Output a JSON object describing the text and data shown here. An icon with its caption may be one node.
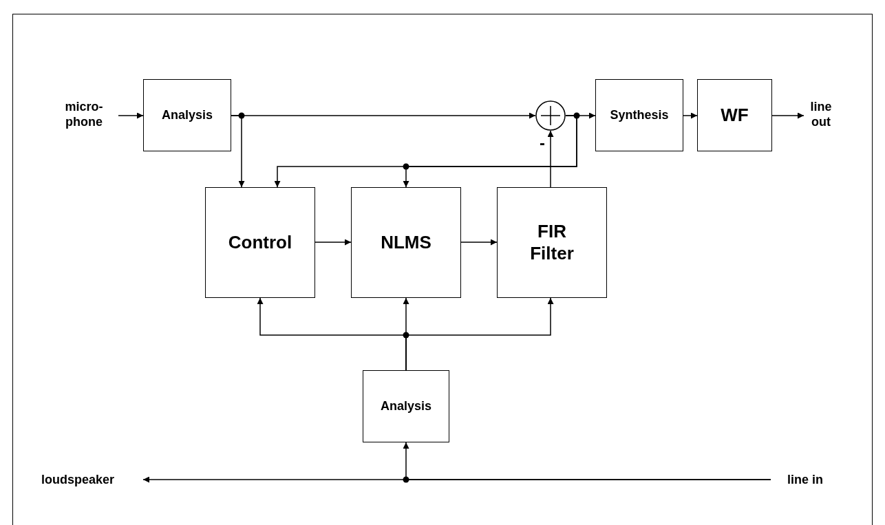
{
  "diagram": {
    "nodes": [
      {
        "text": [
          "micro- phone"
        ]
      },
      {
        "text": [
          "Analysis"
        ]
      },
      {
        "text": [],
        "shape": "circle"
      },
      {
        "text": [
          "Synthesis"
        ]
      },
      {
        "text": [
          "WF"
        ]
      },
      {
        "text": [
          "line out"
        ]
      },
      {
        "text": [
          "Control"
        ]
      },
      {
        "text": [
          "NLMS"
        ]
      },
      {
        "text": [
          "FIR Filter"
        ]
      },
      {
        "text": [
          "Analysis"
        ]
      },
      {
        "text": [
          "loudspeaker"
        ]
      },
      {
        "text": [
          "line in"
        ]
      }
    ],
    "edges": [
      {
        "from": 0,
        "to": 1,
        "arrow": "to"
      },
      {
        "from": 1,
        "to": 2,
        "arrow": "to"
      },
      {
        "from": 1,
        "to": 6,
        "arrow": "to"
      },
      {
        "from": 2,
        "to": 3,
        "arrow": "to"
      },
      {
        "from": 3,
        "to": 4,
        "arrow": "to"
      },
      {
        "from": 4,
        "to": 5,
        "arrow": "to"
      },
      {
        "from": 2,
        "to": 6,
        "arrow": "to"
      },
      {
        "from": 2,
        "to": 7,
        "arrow": "to"
      },
      {
        "from": 6,
        "to": 7,
        "arrow": "to"
      },
      {
        "from": 7,
        "to": 8,
        "arrow": "to"
      },
      {
        "from": 8,
        "to": 2,
        "arrow": "to",
        "label": "-"
      },
      {
        "from": 9,
        "to": 6,
        "arrow": "to"
      },
      {
        "from": 9,
        "to": 7,
        "arrow": "to"
      },
      {
        "from": 9,
        "to": 8,
        "arrow": "to"
      },
      {
        "from": 11,
        "to": 10,
        "arrow": "to"
      },
      {
        "from": 11,
        "to": 9,
        "arrow": "to"
      }
    ]
  }
}
